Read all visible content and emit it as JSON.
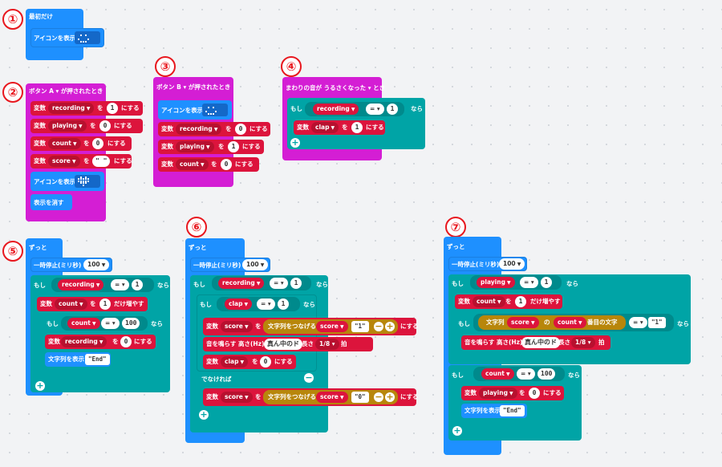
{
  "numbers": [
    "①",
    "②",
    "③",
    "④",
    "⑤",
    "⑥",
    "⑦"
  ],
  "on_start": "最初だけ",
  "show_icon": "アイコンを表示",
  "clear_screen": "表示を消す",
  "on_button_a": "ボタン A ▾ が押されたとき",
  "on_button_b": "ボタン B ▾ が押されたとき",
  "on_sound": "まわりの音が うるさくなった ▾ とき",
  "forever": "ずっと",
  "pause": "一時停止(ミリ秒)",
  "pause_ms": "100",
  "var": "変数",
  "set_to": "を",
  "do_set": "にする",
  "change_by": "だけ増やす",
  "if": "もし",
  "then": "なら",
  "else": "でなければ",
  "eq": "= ▾",
  "show_string": "文字列を表示",
  "join": "文字列をつなげる",
  "play_tone": "音を鳴らす 高さ(Hz)",
  "middle_c": "真ん中のド",
  "length": "長さ",
  "beat_value": "1/8 ▾",
  "beat": "拍",
  "str_of": "文字列",
  "of": "の",
  "nth_char": "番目の文字",
  "vars": {
    "recording": "recording",
    "playing": "playing",
    "count": "count",
    "score": "score",
    "clap": "clap"
  },
  "vals": {
    "zero": "0",
    "one": "1",
    "hundred": "100",
    "end": "\"End\"",
    "s1": "\"1\"",
    "s0": "\"0\"",
    "blank": "\" \""
  },
  "colors": {
    "events": "#d41ed4",
    "basic": "#1e90ff",
    "variables": "#dc143c",
    "logic": "#00a4a6",
    "text": "#b8860b"
  }
}
